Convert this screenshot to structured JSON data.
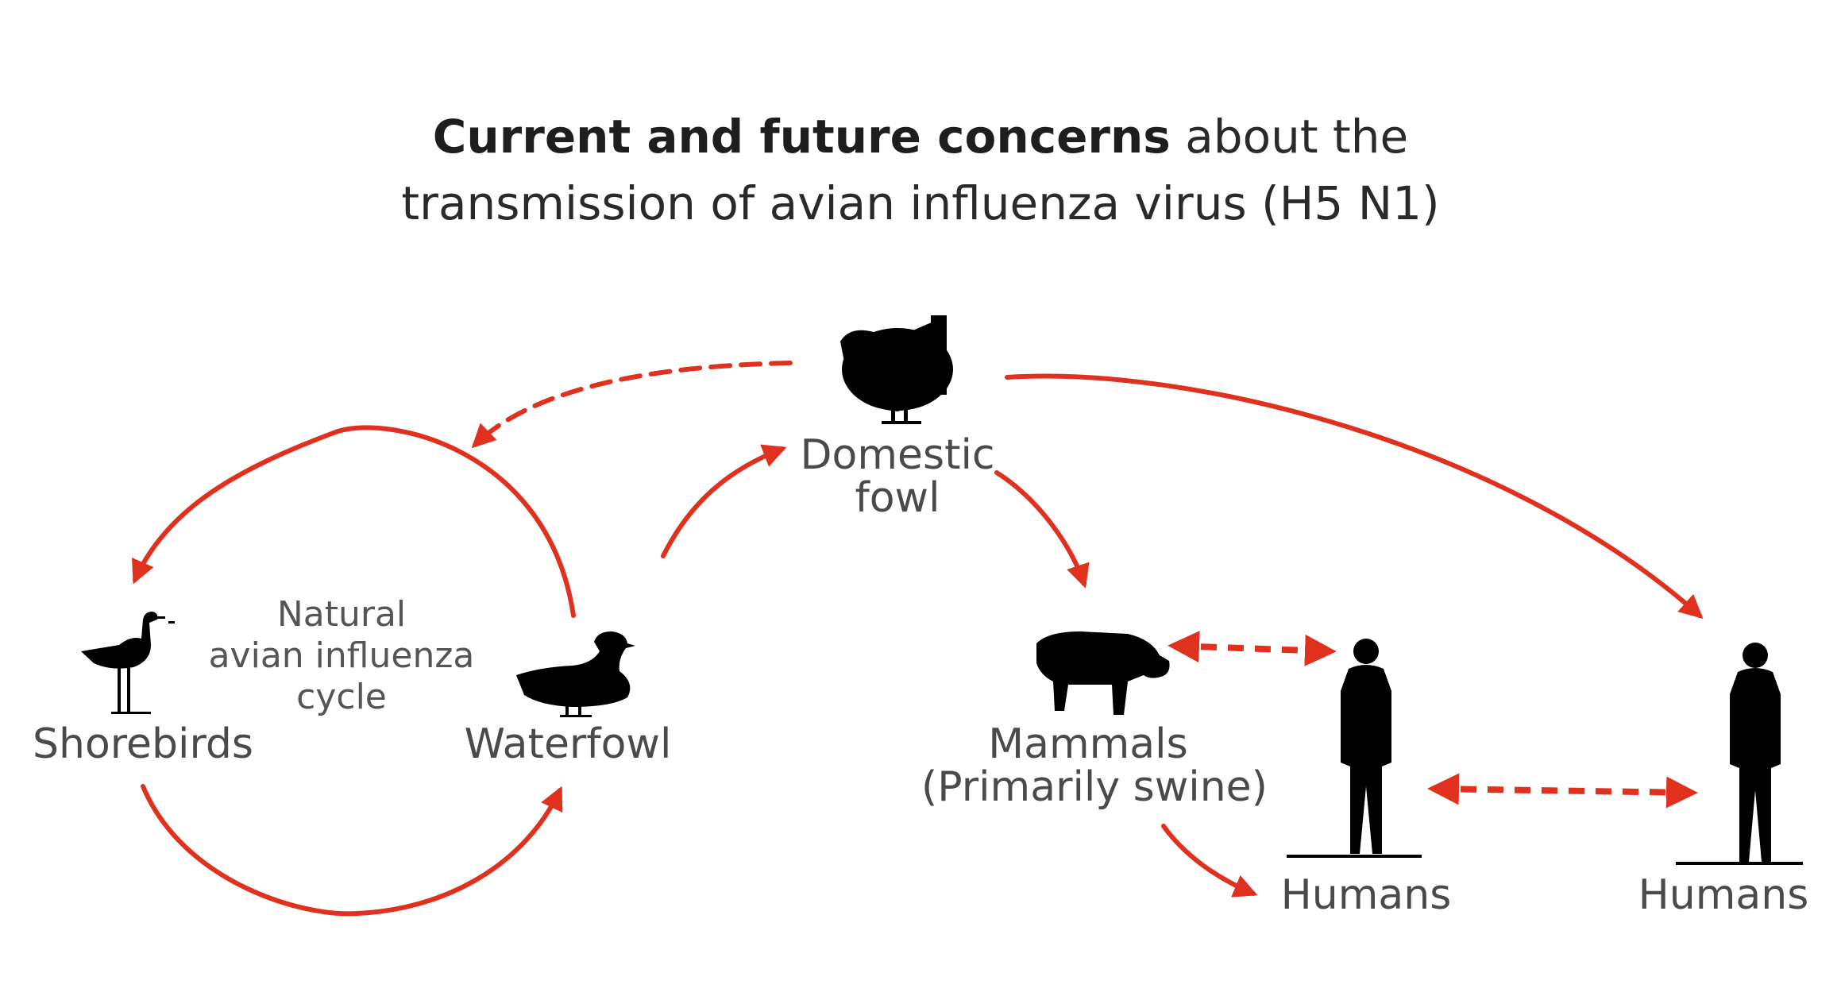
{
  "title": {
    "bold": "Current and future concerns",
    "rest": "about the",
    "line2": "transmission of avian influenza virus (H5 N1)"
  },
  "nodes": {
    "domestic_fowl": {
      "line1": "Domestic",
      "line2": "fowl",
      "icon": "chicken-icon"
    },
    "shorebirds": {
      "label": "Shorebirds",
      "icon": "shorebird-icon"
    },
    "waterfowl": {
      "label": "Waterfowl",
      "icon": "duck-icon"
    },
    "cycle": {
      "line1": "Natural",
      "line2": "avian influenza",
      "line3": "cycle"
    },
    "mammals": {
      "line1": "Mammals",
      "line2": "(Primarily swine)",
      "icon": "pig-icon"
    },
    "humans_1": {
      "label": "Humans",
      "icon": "human-icon"
    },
    "humans_2": {
      "label": "Humans",
      "icon": "human-icon"
    }
  },
  "colors": {
    "arrow": "#e0301e",
    "silhouette": "#000000",
    "label": "#4a4a4a"
  }
}
